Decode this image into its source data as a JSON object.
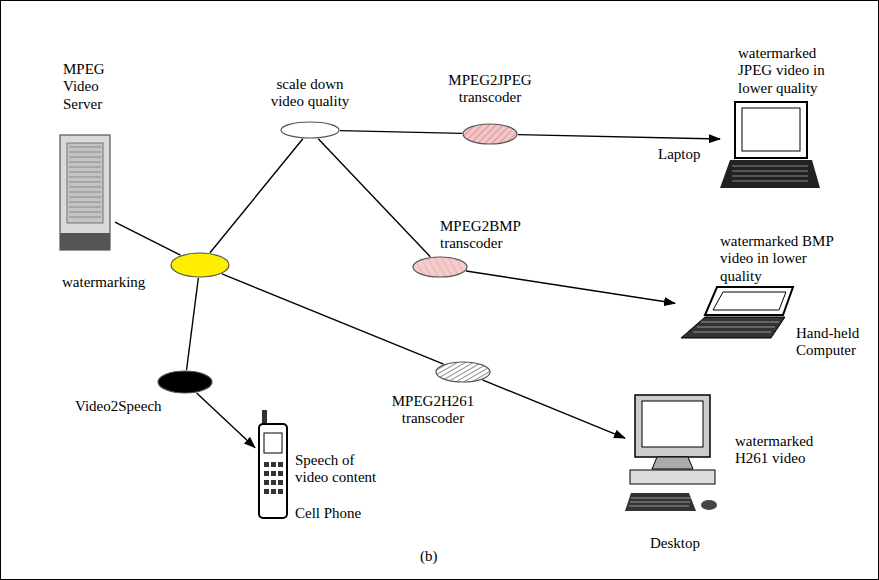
{
  "diagram": {
    "caption": "(b)",
    "nodes": [
      {
        "text": [
          "MPEG Video Server"
        ]
      },
      {
        "text": [
          "watermarking"
        ]
      },
      {
        "text": [
          "scale down video quality"
        ]
      },
      {
        "text": [
          "MPEG2JPEG transcoder"
        ]
      },
      {
        "text": [
          "MPEG2BMP transcoder"
        ]
      },
      {
        "text": [
          "Video2Speech"
        ]
      },
      {
        "text": [
          "MPEG2H261 transcoder"
        ]
      },
      {
        "text": [
          "watermarked JPEG video in lower quality",
          "Laptop"
        ]
      },
      {
        "text": [
          "watermarked BMP video in lower quality",
          "Hand-held Computer"
        ]
      },
      {
        "text": [
          "Speech of video content",
          "Cell Phone"
        ]
      },
      {
        "text": [
          "watermarked H261 video",
          "Desktop"
        ]
      }
    ],
    "edges": [
      {
        "from": 0,
        "to": 1,
        "arrow": "none"
      },
      {
        "from": 1,
        "to": 2,
        "arrow": "none"
      },
      {
        "from": 2,
        "to": 3,
        "arrow": "none"
      },
      {
        "from": 3,
        "to": 7,
        "arrow": "to"
      },
      {
        "from": 2,
        "to": 4,
        "arrow": "none"
      },
      {
        "from": 4,
        "to": 8,
        "arrow": "to"
      },
      {
        "from": 1,
        "to": 5,
        "arrow": "none"
      },
      {
        "from": 5,
        "to": 9,
        "arrow": "to"
      },
      {
        "from": 1,
        "to": 6,
        "arrow": "none"
      },
      {
        "from": 6,
        "to": 10,
        "arrow": "to"
      }
    ]
  }
}
